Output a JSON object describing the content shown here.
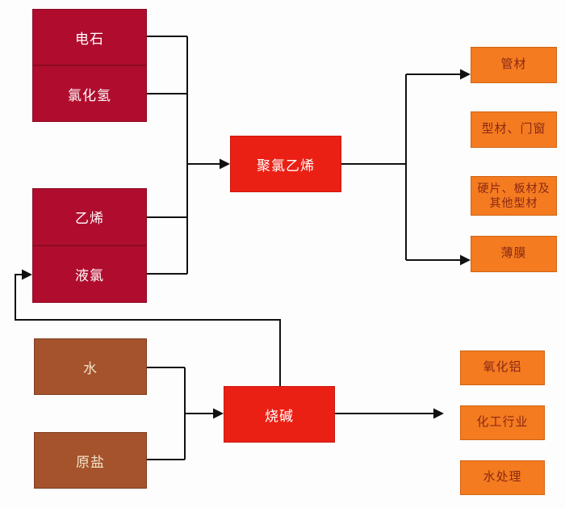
{
  "pvc_chain": {
    "raw_materials_group1": [
      {
        "label": "电石"
      },
      {
        "label": "氯化氢"
      }
    ],
    "raw_materials_group2": [
      {
        "label": "乙烯"
      },
      {
        "label": "液氯"
      }
    ],
    "product": {
      "label": "聚氯乙烯"
    },
    "applications": [
      {
        "label": "管材"
      },
      {
        "label": "型材、门窗"
      },
      {
        "label": "硬片、板材及其他型材"
      },
      {
        "label": "薄膜"
      }
    ]
  },
  "caustic_soda_chain": {
    "raw_materials": [
      {
        "label": "水"
      },
      {
        "label": "原盐"
      }
    ],
    "product": {
      "label": "烧碱"
    },
    "applications": [
      {
        "label": "氧化铝"
      },
      {
        "label": "化工行业"
      },
      {
        "label": "水处理"
      }
    ]
  },
  "colors": {
    "raw_material_crimson": "#B00D2E",
    "product_red": "#EB2014",
    "application_orange": "#F47B20",
    "raw_material_brown": "#A4532D",
    "connector_black": "#111111",
    "label_on_dark": "#FFFFFF",
    "label_on_orange": "#8B2914",
    "label_on_brown": "#F2E4C9"
  }
}
